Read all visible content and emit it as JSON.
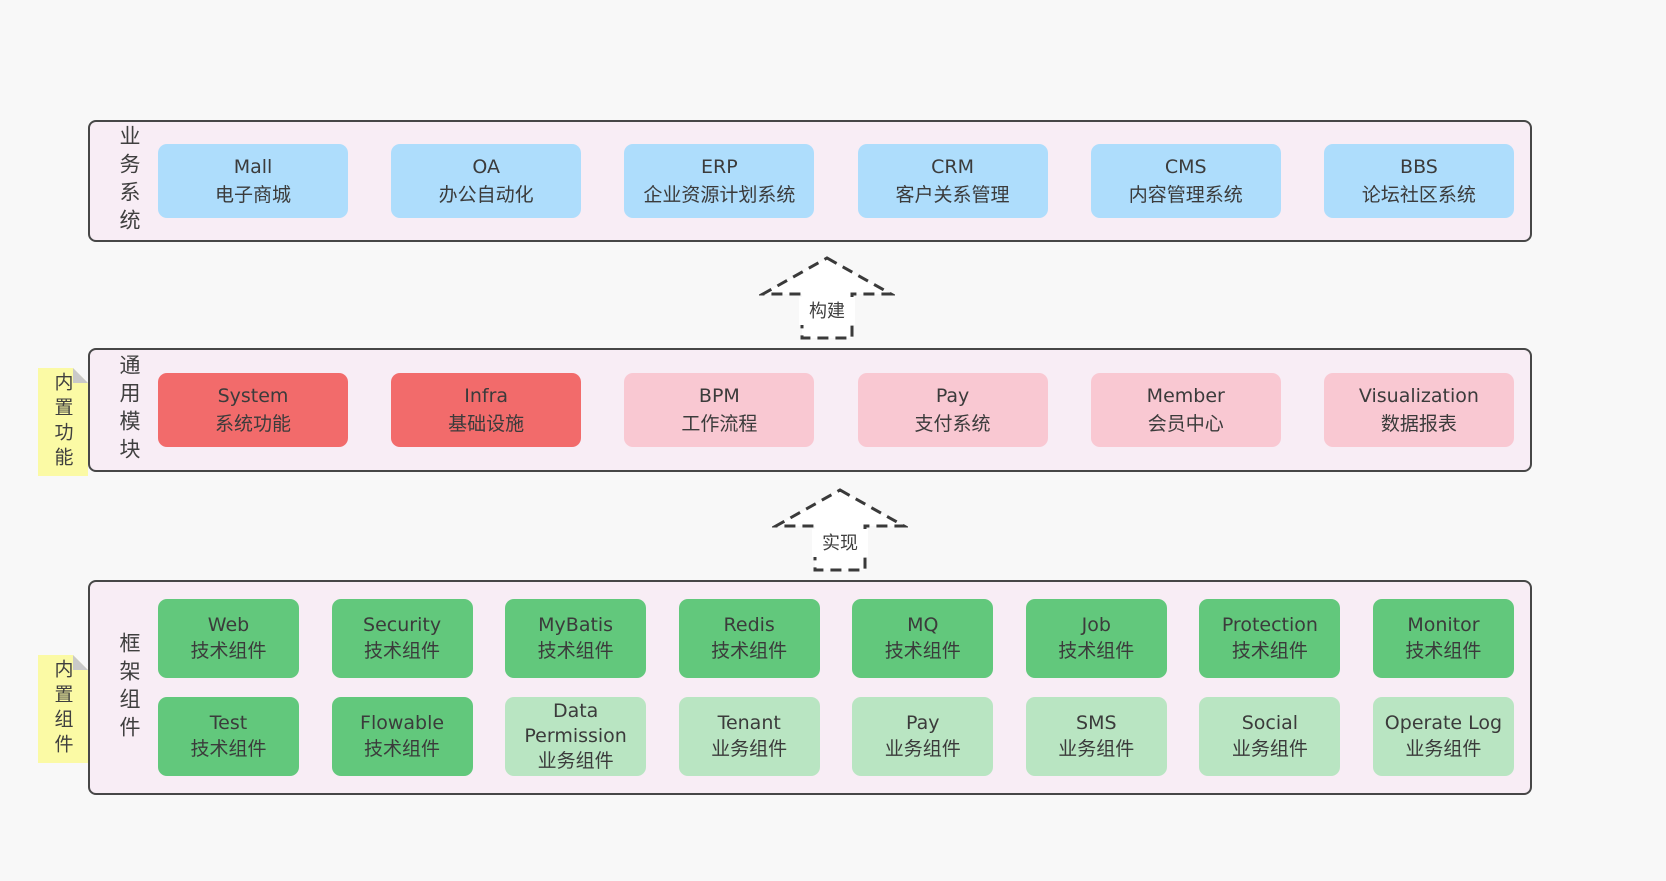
{
  "colors": {
    "page_bg": "#f8f8f8",
    "panel_bg": "#f8edf5",
    "panel_border": "#474747",
    "blue": "#aeddfc",
    "red": "#f26b6b",
    "pink": "#f9c8d2",
    "green": "#62c87c",
    "green_light": "#b9e5c2",
    "sticky_yellow": "#fbfaa5",
    "fold_gray": "#c9c9c9",
    "text": "#3f3f3f",
    "arrow_fill": "#ffffff"
  },
  "sections": {
    "business": {
      "label": "业务系统",
      "boxes": [
        {
          "name": "Mall",
          "desc": "电子商城"
        },
        {
          "name": "OA",
          "desc": "办公自动化"
        },
        {
          "name": "ERP",
          "desc": "企业资源计划系统"
        },
        {
          "name": "CRM",
          "desc": "客户关系管理"
        },
        {
          "name": "CMS",
          "desc": "内容管理系统"
        },
        {
          "name": "BBS",
          "desc": "论坛社区系统"
        }
      ]
    },
    "modules": {
      "label": "通用模块",
      "note": "内置功能",
      "boxes": [
        {
          "name": "System",
          "desc": "系统功能"
        },
        {
          "name": "Infra",
          "desc": "基础设施"
        },
        {
          "name": "BPM",
          "desc": "工作流程"
        },
        {
          "name": "Pay",
          "desc": "支付系统"
        },
        {
          "name": "Member",
          "desc": "会员中心"
        },
        {
          "name": "Visualization",
          "desc": "数据报表"
        }
      ]
    },
    "components": {
      "label": "框架组件",
      "note": "内置组件",
      "row1": [
        {
          "name": "Web",
          "desc": "技术组件"
        },
        {
          "name": "Security",
          "desc": "技术组件"
        },
        {
          "name": "MyBatis",
          "desc": "技术组件"
        },
        {
          "name": "Redis",
          "desc": "技术组件"
        },
        {
          "name": "MQ",
          "desc": "技术组件"
        },
        {
          "name": "Job",
          "desc": "技术组件"
        },
        {
          "name": "Protection",
          "desc": "技术组件"
        },
        {
          "name": "Monitor",
          "desc": "技术组件"
        }
      ],
      "row2": [
        {
          "name": "Test",
          "desc": "技术组件"
        },
        {
          "name": "Flowable",
          "desc": "技术组件"
        },
        {
          "name": "Data Permission",
          "desc": "业务组件"
        },
        {
          "name": "Tenant",
          "desc": "业务组件"
        },
        {
          "name": "Pay",
          "desc": "业务组件"
        },
        {
          "name": "SMS",
          "desc": "业务组件"
        },
        {
          "name": "Social",
          "desc": "业务组件"
        },
        {
          "name": "Operate Log",
          "desc": "业务组件"
        }
      ]
    }
  },
  "arrows": [
    {
      "label": "构建"
    },
    {
      "label": "实现"
    }
  ]
}
